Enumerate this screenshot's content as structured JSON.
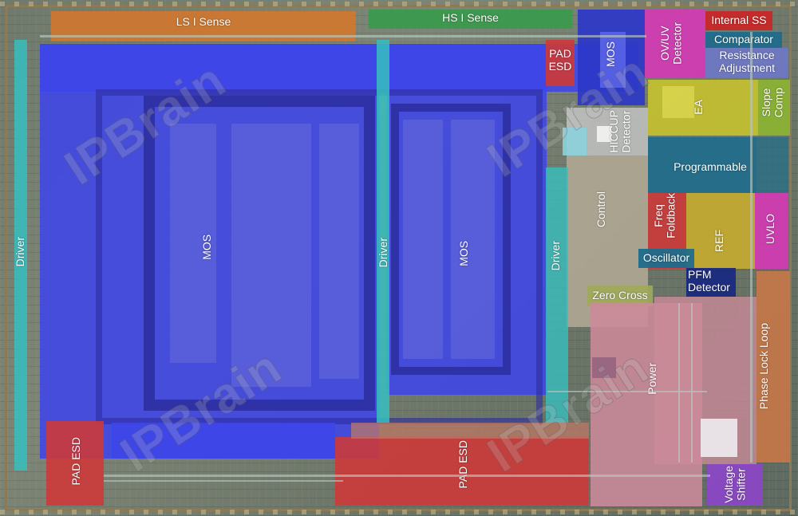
{
  "labels": {
    "ls_i_sense": "LS I Sense",
    "hs_i_sense": "HS I Sense",
    "internal_ss": "Internal SS",
    "comparator": "Comparator",
    "resistance_adjustment": "Resistance\nAdjustment",
    "ov_uv_detector": "OV/UV\nDetector",
    "mos_top": "MOS",
    "pad_esd_top": "PAD\nESD",
    "ea": "EA",
    "slope_comp": "Slope\nComp",
    "hiccup_detector": "HICCUP\nDetector",
    "programmable": "Programmable",
    "control": "Control",
    "freq_foldback": "Freq\nFoldback",
    "ref": "REF",
    "uvlo": "UVLO",
    "oscillator": "Oscillator",
    "pfm_detector": "PFM\nDetector",
    "zero_cross": "Zero Cross",
    "driver_left": "Driver",
    "driver_mid": "Driver",
    "driver_right": "Driver",
    "mos_left": "MOS",
    "mos_mid": "MOS",
    "power": "Power",
    "phase_lock_loop": "Phase Lock Loop",
    "pad_esd_left": "PAD ESD",
    "pad_esd_bottom": "PAD ESD",
    "voltage_shifter": "Voltage\nShifter"
  },
  "watermark": "IPBrain",
  "colors": {
    "mos_blue": "#3f46e8",
    "driver_teal": "#36c0c0",
    "sense_orange": "#d2782e",
    "sense_green": "#3a9a4c",
    "pad_red": "#cc3a3a",
    "power_pink": "#cc8a9a",
    "yellow_olive": "#c4c030",
    "magenta": "#d23ab4",
    "navy": "#1a2a80",
    "steel_blue": "#1f6d8c"
  }
}
